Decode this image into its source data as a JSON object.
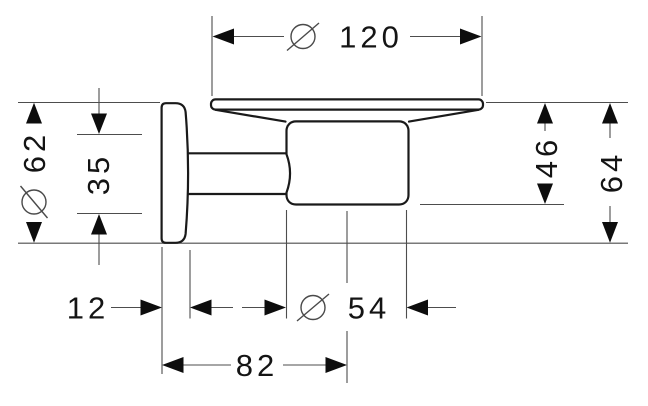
{
  "drawing": {
    "description": "Technical side-view line drawing of a wall-mounted soap dish holder with dimension annotations in millimetres",
    "background_color": "#ffffff",
    "outline_color": "#1a1a1a",
    "dimension_line_color": "#4d4d4d",
    "dims": {
      "d120": {
        "label": "120",
        "diameter_symbol": true,
        "orientation": "horizontal",
        "meaning": "dish diameter"
      },
      "d62": {
        "label": "62",
        "diameter_symbol": true,
        "orientation": "vertical",
        "meaning": "wall plate diameter"
      },
      "d35": {
        "label": "35",
        "diameter_symbol": false,
        "orientation": "vertical",
        "meaning": "inner spacing"
      },
      "d46": {
        "label": "46",
        "diameter_symbol": false,
        "orientation": "vertical",
        "meaning": "dish top to cup bottom"
      },
      "d64": {
        "label": "64",
        "diameter_symbol": false,
        "orientation": "vertical",
        "meaning": "dish top to wall plate bottom"
      },
      "d12": {
        "label": "12",
        "diameter_symbol": false,
        "orientation": "horizontal",
        "meaning": "wall plate thickness"
      },
      "d54": {
        "label": "54",
        "diameter_symbol": true,
        "orientation": "horizontal",
        "meaning": "cup diameter"
      },
      "d82": {
        "label": "82",
        "diameter_symbol": false,
        "orientation": "horizontal",
        "meaning": "wall to cup centre"
      }
    }
  }
}
